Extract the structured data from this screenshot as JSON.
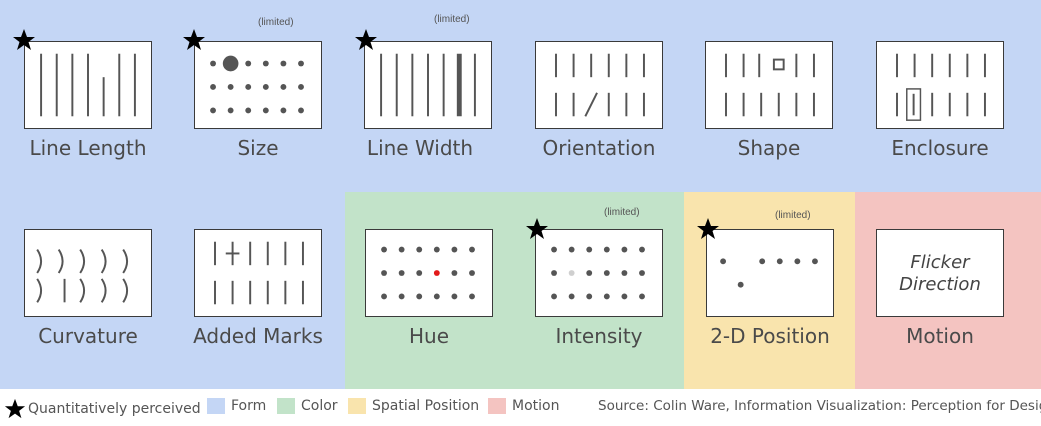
{
  "colors": {
    "form": "#c4d6f5",
    "color": "#c2e3c9",
    "spatial": "#f9e4ad",
    "motion": "#f4c4c1"
  },
  "panels": [
    {
      "label": "Line Length",
      "starred": true,
      "limited": ""
    },
    {
      "label": "Size",
      "starred": true,
      "limited": "(limited)"
    },
    {
      "label": "Line Width",
      "starred": true,
      "limited": "(limited)"
    },
    {
      "label": "Orientation",
      "starred": false,
      "limited": ""
    },
    {
      "label": "Shape",
      "starred": false,
      "limited": ""
    },
    {
      "label": "Enclosure",
      "starred": false,
      "limited": ""
    },
    {
      "label": "Curvature",
      "starred": false,
      "limited": ""
    },
    {
      "label": "Added Marks",
      "starred": false,
      "limited": ""
    },
    {
      "label": "Hue",
      "starred": false,
      "limited": ""
    },
    {
      "label": "Intensity",
      "starred": true,
      "limited": "(limited)"
    },
    {
      "label": "2-D Position",
      "starred": true,
      "limited": "(limited)"
    },
    {
      "label": "Motion",
      "starred": false,
      "limited": "",
      "panel_text": [
        "Flicker",
        "Direction"
      ]
    }
  ],
  "legend": {
    "quantitative": "Quantitatively perceived",
    "form": "Form",
    "color": "Color",
    "spatial": "Spatial Position",
    "motion": "Motion",
    "source": "Source: Colin Ware, Information Visualization: Perception for Design"
  }
}
